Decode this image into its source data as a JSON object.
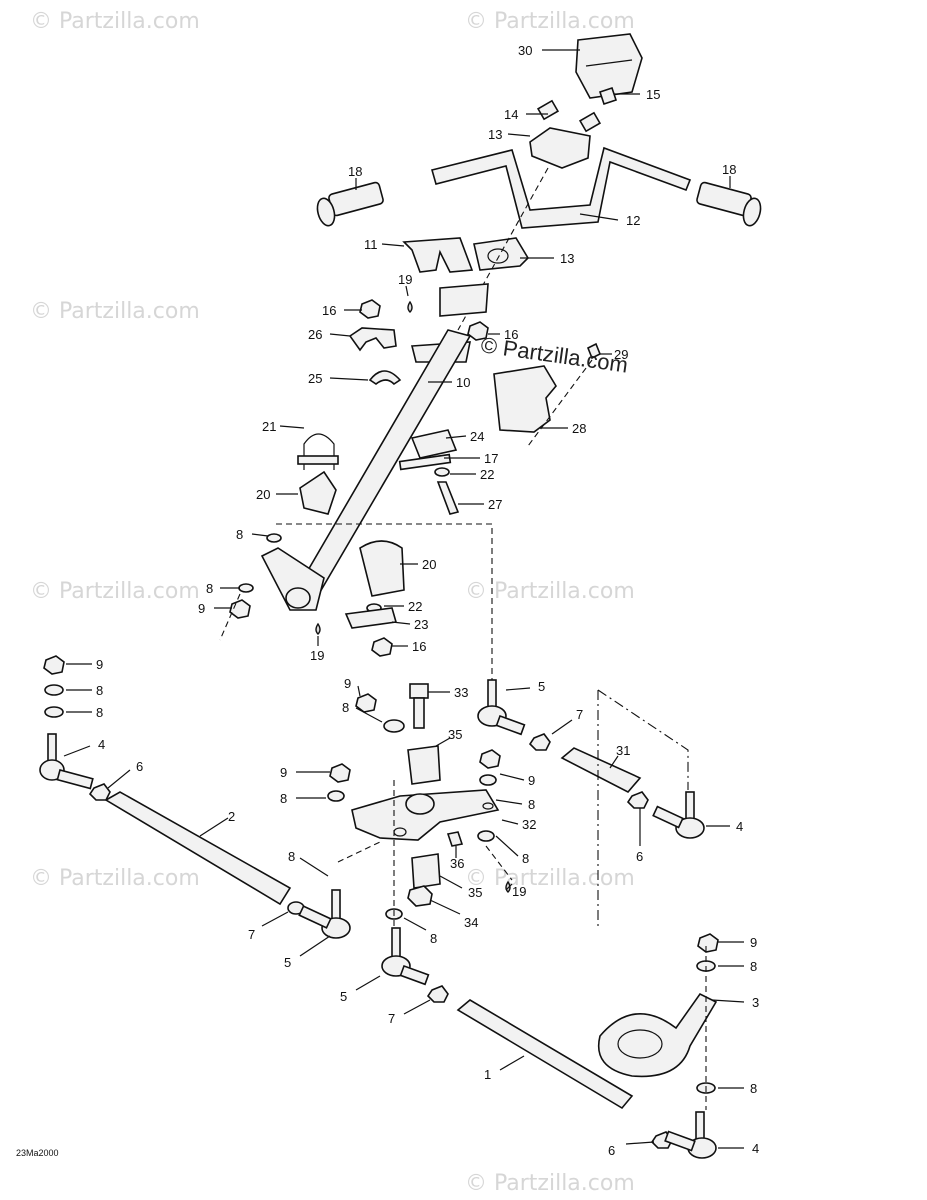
{
  "brand": "© Partzilla.com",
  "watermark": "© Partzilla.com",
  "diagram_code": "23Ma2000",
  "callouts": {
    "c30": "30",
    "c15": "15",
    "c14": "14",
    "c13a": "13",
    "c18a": "18",
    "c18b": "18",
    "c12": "12",
    "c11": "11",
    "c13b": "13",
    "c19a": "19",
    "c16a": "16",
    "c16b": "16",
    "c29": "29",
    "c26": "26",
    "c25": "25",
    "c10": "10",
    "c28": "28",
    "c21": "21",
    "c24": "24",
    "c17": "17",
    "c22a": "22",
    "c20a": "20",
    "c27": "27",
    "c8a": "8",
    "c20b": "20",
    "c8b": "8",
    "c9a": "9",
    "c22b": "22",
    "c23": "23",
    "c19b": "19",
    "c16c": "16",
    "c9b": "9",
    "c8c": "8",
    "c8d": "8",
    "c4a": "4",
    "c6a": "6",
    "c9c": "9",
    "c33": "33",
    "c5a": "5",
    "c8e": "8",
    "c7a": "7",
    "c35a": "35",
    "c31": "31",
    "c9d": "9",
    "c8f": "8",
    "c9e": "9",
    "c8g": "8",
    "c32": "32",
    "c4b": "4",
    "c8h": "8",
    "c6b": "6",
    "c2": "2",
    "c8i": "8",
    "c36": "36",
    "c19c": "19",
    "c35b": "35",
    "c34": "34",
    "c7b": "7",
    "c8j": "8",
    "c5b": "5",
    "c5c": "5",
    "c9f": "9",
    "c8k": "8",
    "c3": "3",
    "c7c": "7",
    "c1": "1",
    "c8l": "8",
    "c6c": "6",
    "c4c": "4"
  }
}
